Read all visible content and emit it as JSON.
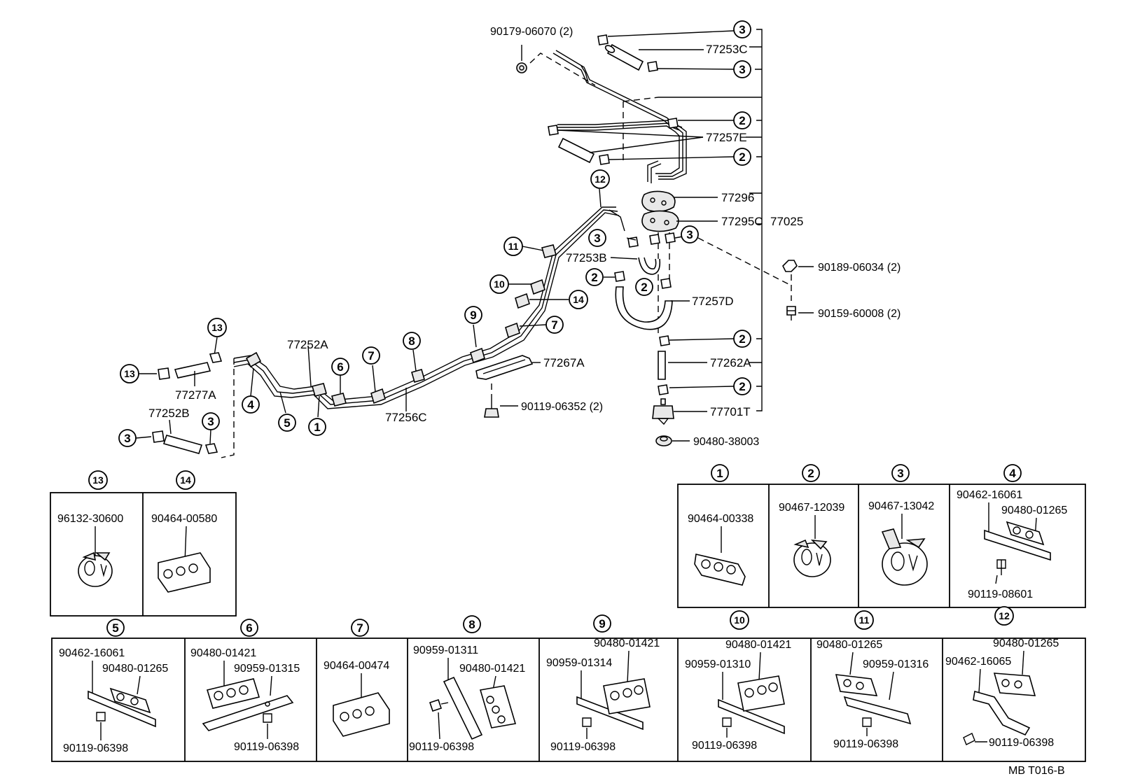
{
  "callouts": {
    "c_90179": "90179-06070 (2)",
    "c_77253C": "77253C",
    "c_77257E": "77257E",
    "c_77296": "77296",
    "c_77295C": "77295C",
    "c_77025": "77025",
    "c_77253B": "77253B",
    "c_90189": "90189-06034 (2)",
    "c_90159": "90159-60008 (2)",
    "c_77257D": "77257D",
    "c_77262A": "77262A",
    "c_77701T": "77701T",
    "c_90480_38003": "90480-38003",
    "c_77252A": "77252A",
    "c_77277A": "77277A",
    "c_77252B": "77252B",
    "c_77256C": "77256C",
    "c_77267A": "77267A",
    "c_90119_06352": "90119-06352 (2)"
  },
  "circles": {
    "n1": "1",
    "n2": "2",
    "n3": "3",
    "n4": "4",
    "n5": "5",
    "n6": "6",
    "n7": "7",
    "n8": "8",
    "n9": "9",
    "n10": "10",
    "n11": "11",
    "n12": "12",
    "n13": "13",
    "n14": "14"
  },
  "panels": {
    "p13": {
      "part": "96132-30600"
    },
    "p14": {
      "part": "90464-00580"
    },
    "p1": {
      "part": "90464-00338"
    },
    "p2": {
      "part": "90467-12039"
    },
    "p3": {
      "part": "90467-13042"
    },
    "p4": {
      "a": "90462-16061",
      "b": "90480-01265",
      "c": "90119-08601"
    },
    "p5": {
      "a": "90462-16061",
      "b": "90480-01265",
      "c": "90119-06398"
    },
    "p6": {
      "a": "90480-01421",
      "b": "90959-01315",
      "c": "90119-06398"
    },
    "p7": {
      "a": "90464-00474"
    },
    "p8": {
      "a": "90959-01311",
      "b": "90480-01421",
      "c": "90119-06398"
    },
    "p9": {
      "a": "90480-01421",
      "b": "90959-01314",
      "c": "90119-06398"
    },
    "p10": {
      "a": "90480-01421",
      "b": "90959-01310",
      "c": "90119-06398"
    },
    "p11": {
      "a": "90480-01265",
      "b": "90959-01316",
      "c": "90119-06398"
    },
    "p12": {
      "a": "90480-01265",
      "b": "90462-16065",
      "c": "90119-06398"
    }
  },
  "footer": {
    "code": "MB  T016-B"
  }
}
